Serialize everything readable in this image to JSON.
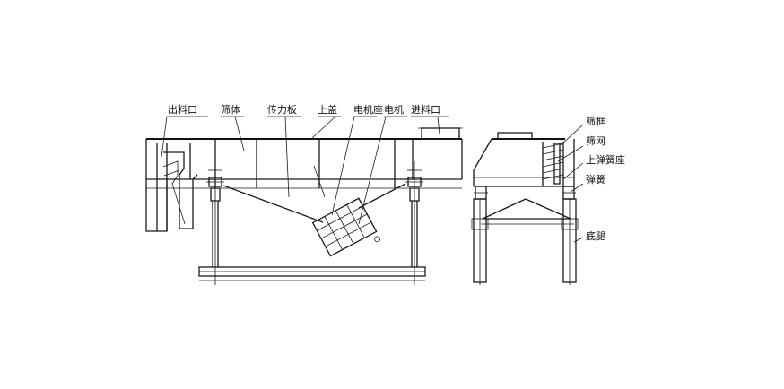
{
  "labels": {
    "outlet": "出料口",
    "screen_body": "筛体",
    "force_plate": "传力板",
    "top_cover": "上盖",
    "motor_base": "电机座",
    "motor": "电机",
    "inlet": "进料口",
    "screen_frame": "筛框",
    "screen_mesh": "筛网",
    "upper_spring_seat": "上弹簧座",
    "spring": "弹簧",
    "base_leg": "底腿"
  }
}
